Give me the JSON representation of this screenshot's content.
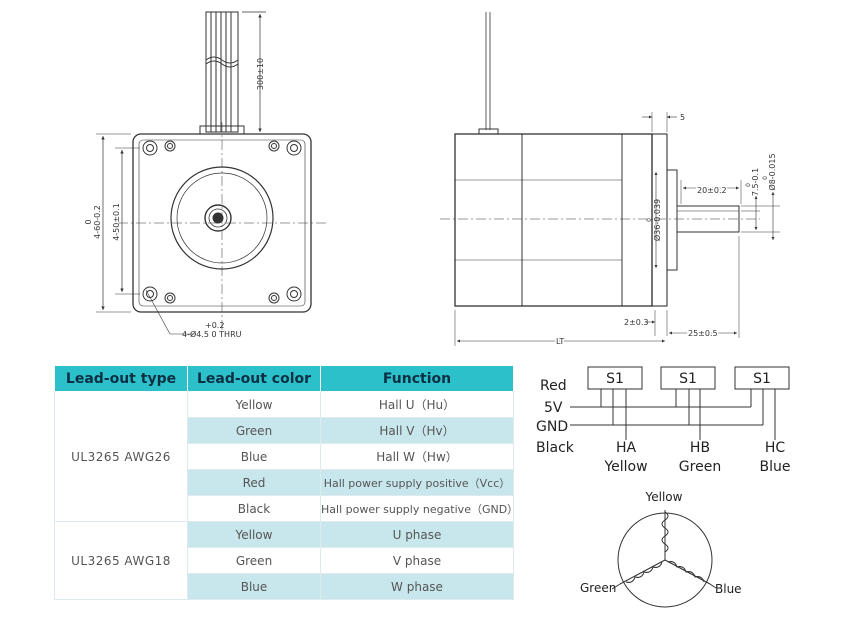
{
  "front_view": {
    "cable_length": "300±10",
    "outer_dim": "4-60-0.2",
    "outer_dim_top": "0",
    "bolt_spacing": "4-50±0.1",
    "hole_callout": "4-Ø4.5 0 THRU",
    "hole_callout_tol": "+0.2"
  },
  "side_view": {
    "flange_thickness": "5",
    "pilot_diameter": "Ø36-0.039",
    "pilot_diameter_top": "0",
    "shaft_length_flat": "20±0.2",
    "flat_depth": "7.5-0.1",
    "flat_depth_top": "0",
    "shaft_diameter": "Ø8-0.015",
    "shaft_diameter_top": "0",
    "boss_height": "2±0.3",
    "shaft_length": "25±0.5",
    "body_length": "LT"
  },
  "table": {
    "headers": [
      "Lead-out type",
      "Lead-out color",
      "Function"
    ],
    "groups": [
      {
        "type": "UL3265  AWG26",
        "rows": [
          {
            "color": "Yellow",
            "function": "Hall U（Hu）"
          },
          {
            "color": "Green",
            "function": "Hall V（Hv）"
          },
          {
            "color": "Blue",
            "function": "Hall W（Hw）"
          },
          {
            "color": "Red",
            "function": "Hall power supply positive（Vcc）"
          },
          {
            "color": "Black",
            "function": "Hall power supply negative（GND）"
          }
        ]
      },
      {
        "type": "UL3265  AWG18",
        "rows": [
          {
            "color": "Yellow",
            "function": "U phase"
          },
          {
            "color": "Green",
            "function": "V phase"
          },
          {
            "color": "Blue",
            "function": "W phase"
          }
        ]
      }
    ]
  },
  "hall_diagram": {
    "sensor_label": "S1",
    "left_labels": [
      "Red",
      "5V",
      "GND",
      "Black"
    ],
    "outputs": [
      {
        "name": "HA",
        "color": "Yellow"
      },
      {
        "name": "HB",
        "color": "Green"
      },
      {
        "name": "HC",
        "color": "Blue"
      }
    ]
  },
  "winding_diagram": {
    "top": "Yellow",
    "left": "Green",
    "right": "Blue"
  },
  "colors": {
    "header": "#2cc0cb",
    "band": "#c8e7ec",
    "line": "#333333"
  }
}
